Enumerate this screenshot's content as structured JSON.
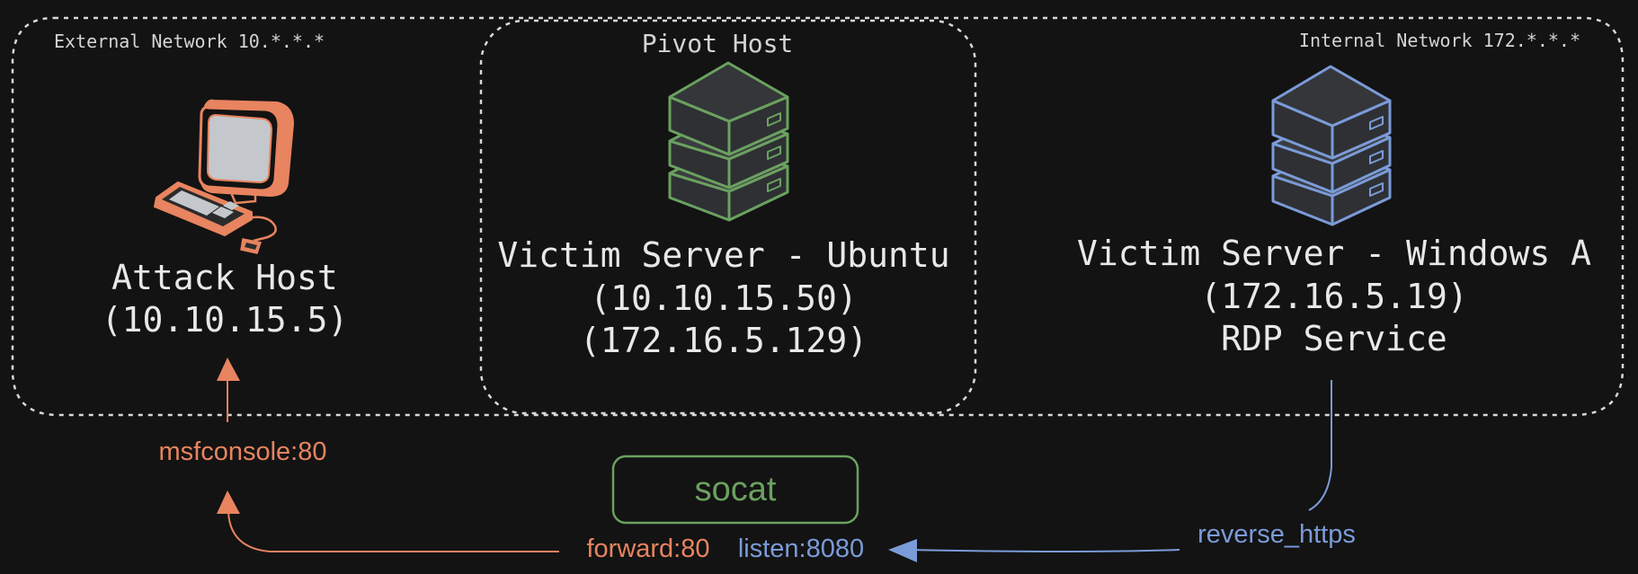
{
  "colors": {
    "background": "#131313",
    "boundary": "#d8d8d8",
    "text": "#e8e8e8",
    "orange": "#e8845f",
    "blue": "#7b9bd8",
    "green": "#6ba15f",
    "server_fill": "#2e3034"
  },
  "icons": {
    "attack": "computer-icon",
    "pivot": "server-icon",
    "internal": "server-icon"
  },
  "regions": {
    "external": "External Network 10.*.*.*",
    "internal": "Internal Network 172.*.*.*",
    "pivot": "Pivot Host"
  },
  "nodes": {
    "attack": {
      "name": "Attack Host",
      "ip": "(10.10.15.5)"
    },
    "pivot": {
      "name": "Victim Server - Ubuntu",
      "ip1": "(10.10.15.50)",
      "ip2": "(172.16.5.129)"
    },
    "target": {
      "name": "Victim Server - Windows A",
      "ip": "(172.16.5.19)",
      "service": "RDP Service"
    }
  },
  "tool": "socat",
  "labels": {
    "msfconsole": "msfconsole:80",
    "forward": "forward:80",
    "listen": "listen:8080",
    "reverse": "reverse_https"
  }
}
